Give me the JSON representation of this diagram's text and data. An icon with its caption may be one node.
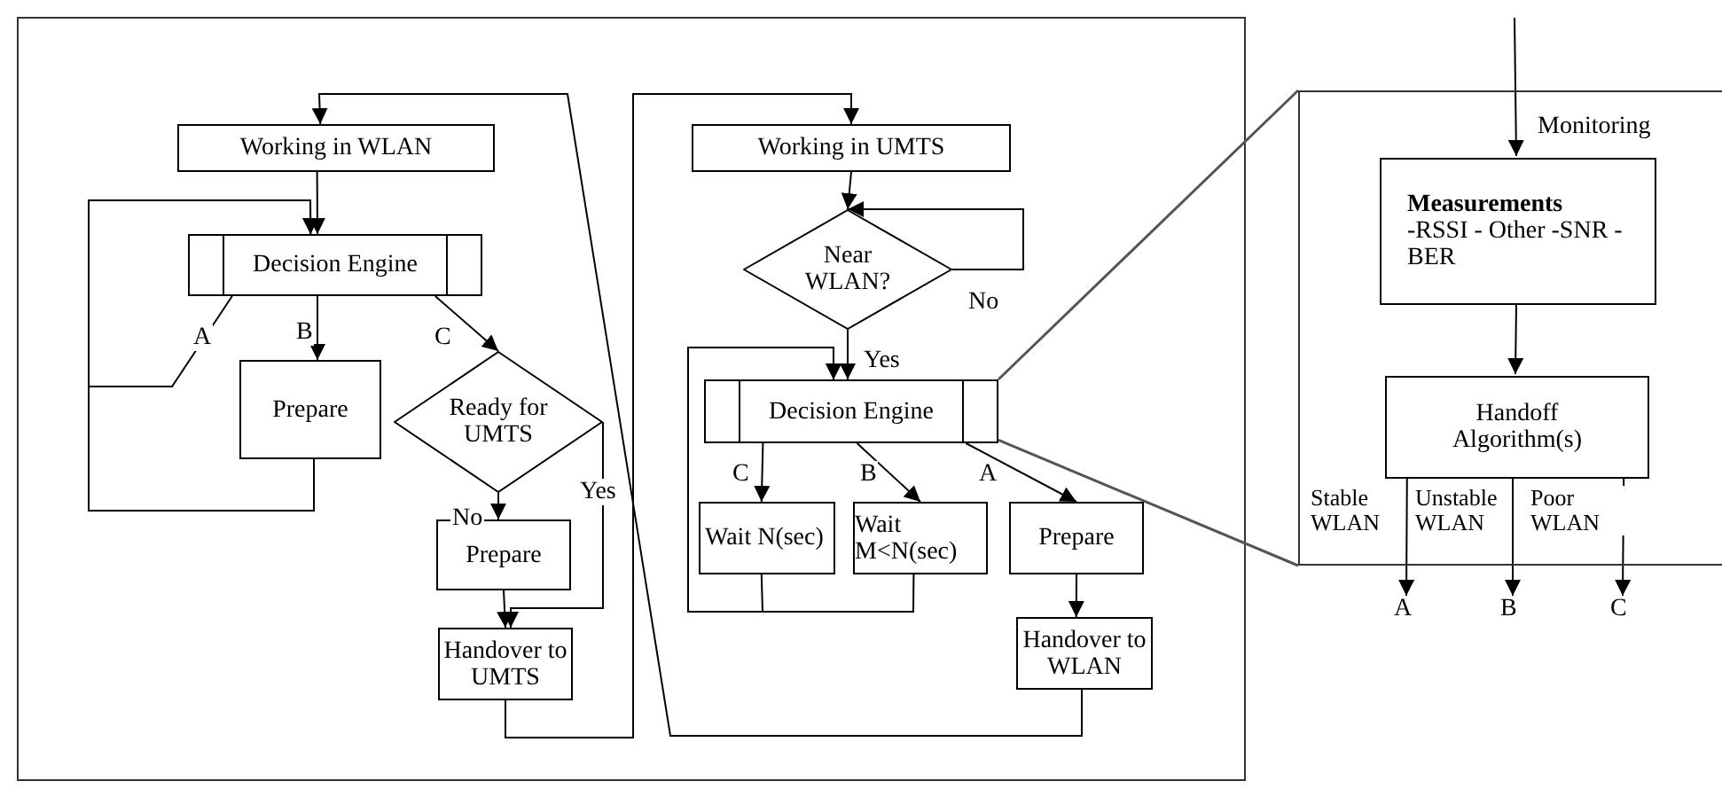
{
  "diagram": {
    "nodes": [
      {
        "text": [
          "Working in WLAN"
        ]
      },
      {
        "text": [
          "Decision Engine"
        ]
      },
      {
        "text": [
          "Prepare"
        ]
      },
      {
        "text": [
          "Ready for UMTS"
        ]
      },
      {
        "text": [
          "Prepare"
        ]
      },
      {
        "text": [
          "Handover to UMTS"
        ]
      },
      {
        "text": [
          "Working in UMTS"
        ]
      },
      {
        "text": [
          "Near WLAN?"
        ]
      },
      {
        "text": [
          "Decision Engine"
        ]
      },
      {
        "text": [
          "Wait N(sec)"
        ]
      },
      {
        "text": [
          "Wait M<N(sec)"
        ]
      },
      {
        "text": [
          "Prepare"
        ]
      },
      {
        "text": [
          "Handover to WLAN"
        ]
      },
      {
        "text": [],
        "shape": "box"
      },
      {
        "text": [
          "Measurements",
          "-RSSI - Other -SNR -BER"
        ],
        "in": 13
      },
      {
        "text": [
          "Handoff Algorithm(s)"
        ],
        "in": 13
      },
      {
        "text": [
          "A"
        ]
      },
      {
        "text": [
          "B"
        ]
      },
      {
        "text": [
          "C"
        ]
      }
    ],
    "edges": [
      {
        "from": 0,
        "to": 1,
        "arrow": "to"
      },
      {
        "from": 1,
        "to": 1,
        "label": "A",
        "arrow": "to"
      },
      {
        "from": 1,
        "to": 2,
        "label": "B",
        "arrow": "to"
      },
      {
        "from": 2,
        "to": 1,
        "arrow": "to"
      },
      {
        "from": 1,
        "to": 3,
        "label": "C",
        "arrow": "to"
      },
      {
        "from": 3,
        "to": 4,
        "label": "No",
        "arrow": "to"
      },
      {
        "from": 3,
        "to": 5,
        "label": "Yes",
        "arrow": "to"
      },
      {
        "from": 4,
        "to": 5,
        "arrow": "to"
      },
      {
        "from": 5,
        "to": 6,
        "arrow": "to"
      },
      {
        "from": 6,
        "to": 7,
        "arrow": "to"
      },
      {
        "from": 7,
        "to": 7,
        "label": "No",
        "arrow": "to"
      },
      {
        "from": 7,
        "to": 8,
        "label": "Yes",
        "arrow": "to"
      },
      {
        "from": 8,
        "to": 9,
        "label": "C",
        "arrow": "to"
      },
      {
        "from": 8,
        "to": 10,
        "label": "B",
        "arrow": "to"
      },
      {
        "from": 8,
        "to": 11,
        "label": "A",
        "arrow": "to"
      },
      {
        "from": 9,
        "to": 8,
        "arrow": "to"
      },
      {
        "from": 10,
        "to": 8,
        "arrow": "to"
      },
      {
        "from": 11,
        "to": 12,
        "arrow": "to"
      },
      {
        "from": 12,
        "to": 0,
        "arrow": "to"
      },
      {
        "from": 8,
        "to": 13,
        "arrow": "none",
        "color": "#555555"
      },
      {
        "from": 8,
        "to": 13,
        "arrow": "none",
        "color": "#555555"
      },
      {
        "from": null,
        "to": 14,
        "label": "Monitoring",
        "arrow": "to"
      },
      {
        "from": 14,
        "to": 15,
        "arrow": "to"
      },
      {
        "from": 15,
        "to": 16,
        "label": "Stable WLAN",
        "arrow": "to"
      },
      {
        "from": 15,
        "to": 17,
        "label": "Unstable WLAN",
        "arrow": "to"
      },
      {
        "from": 15,
        "to": 18,
        "label": "Poor WLAN",
        "arrow": "to"
      }
    ]
  }
}
